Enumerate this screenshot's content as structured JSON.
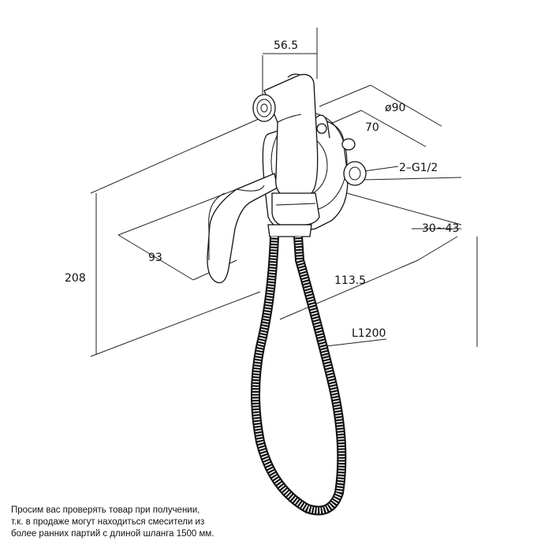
{
  "dimensions": {
    "width_top": "56.5",
    "diameter": "ø90",
    "depth": "70",
    "thread": "2–G1/2",
    "range": "30~43",
    "handle_offset": "93",
    "outlet_offset": "113.5",
    "height": "208",
    "hose_length": "L1200"
  },
  "note": {
    "line1": "Просим вас проверять товар при получении,",
    "line2": "т.к. в продаже могут находиться смесители из",
    "line3": "более ранних партий с длиной шланга 1500 мм."
  }
}
